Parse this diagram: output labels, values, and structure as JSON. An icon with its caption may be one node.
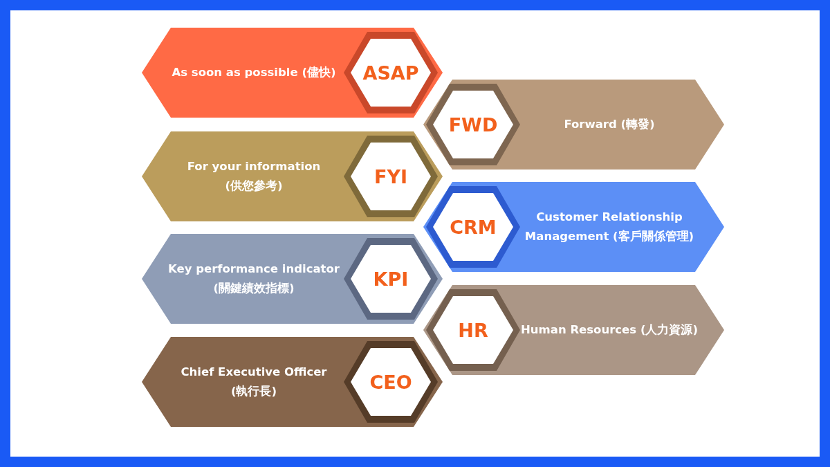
{
  "diagram": {
    "nodes": [
      {
        "text": [
          "As soon as possible (儘快)"
        ]
      },
      {
        "text": [
          "ASAP"
        ],
        "in": 0
      },
      {
        "text": [
          "Forward (轉發)"
        ]
      },
      {
        "text": [
          "FWD"
        ],
        "in": 2
      },
      {
        "text": [
          "For your information (供您參考)"
        ]
      },
      {
        "text": [
          "FYI"
        ],
        "in": 4
      },
      {
        "text": [
          "Customer Relationship Management (客戶關係管理)"
        ]
      },
      {
        "text": [
          "CRM"
        ],
        "in": 6
      },
      {
        "text": [
          "Key performance indicator (關鍵績效指標)"
        ]
      },
      {
        "text": [
          "KPI"
        ],
        "in": 8
      },
      {
        "text": [
          "Human Resources (人力資源)"
        ]
      },
      {
        "text": [
          "HR"
        ],
        "in": 10
      },
      {
        "text": [
          "Chief Executive Officer (執行長)"
        ]
      },
      {
        "text": [
          "CEO"
        ],
        "in": 12
      }
    ]
  }
}
